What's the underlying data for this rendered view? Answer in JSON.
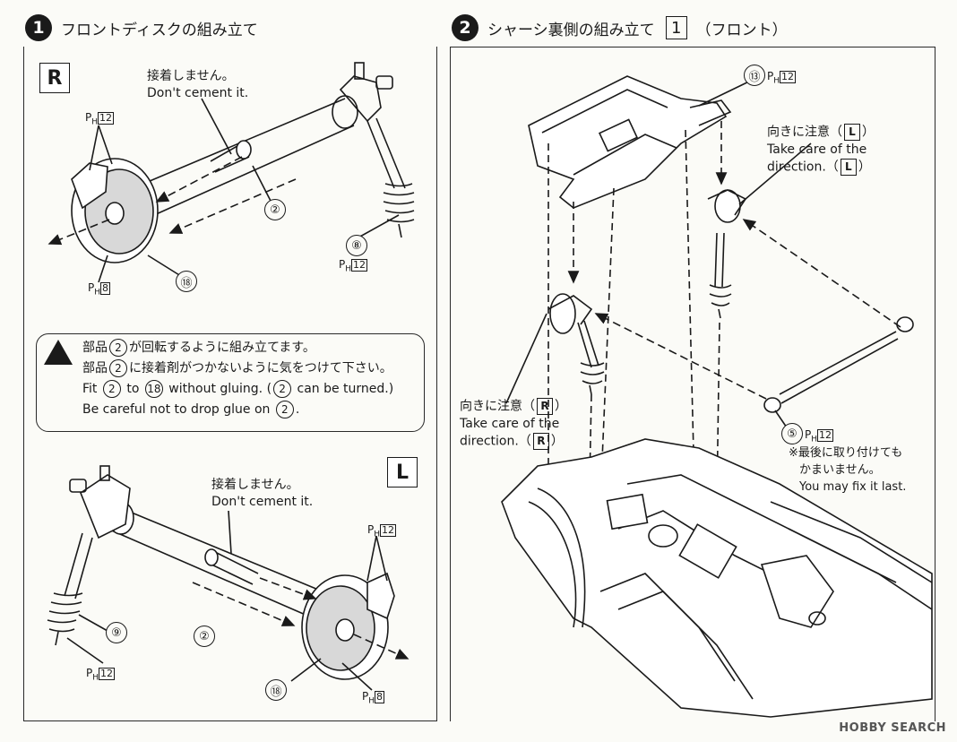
{
  "steps": [
    {
      "number": "1",
      "title": "フロントディスクの組み立て"
    },
    {
      "number": "2",
      "title": "シャーシ裏側の組み立て",
      "box": "1",
      "suffix": "（フロント）"
    }
  ],
  "left": {
    "badge_r": "R",
    "badge_l": "L",
    "no_cement_jp": "接着しません。",
    "no_cement_en": "Don't cement it.",
    "ph12": "12",
    "ph8": "8",
    "ph_prefix": "P",
    "ph_sub": "H",
    "part2": "②",
    "part8": "⑧",
    "part9": "⑨",
    "part18": "⑱",
    "warning": {
      "line1_a": "部品",
      "line1_part": "2",
      "line1_b": "が回転するように組み立てます。",
      "line2_a": "部品",
      "line2_part": "2",
      "line2_b": "に接着剤がつかないように気をつけて下さい。",
      "line3_a": "Fit",
      "line3_p1": "2",
      "line3_b": "to",
      "line3_p2": "18",
      "line3_c": "without gluing. (",
      "line3_p3": "2",
      "line3_d": "can be turned.)",
      "line4_a": "Be careful not  to drop glue on",
      "line4_p": "2",
      "line4_b": "."
    }
  },
  "right": {
    "part13": "⑬",
    "part5": "⑤",
    "ph12": "12",
    "care_l_jp_a": "向きに注意（",
    "care_l_jp_b": "）",
    "care_l_en1": "Take care of the",
    "care_l_en2": "direction.（",
    "care_l_en2b": "）",
    "care_r_jp_a": "向きに注意（",
    "care_r_jp_b": "）",
    "care_r_en1": "Take care of the",
    "care_r_en2": "direction.（",
    "care_r_en2b": "）",
    "l": "L",
    "r": "R",
    "last_jp1": "※最後に取り付けても",
    "last_jp2": "かまいません。",
    "last_en": "You may fix it last."
  },
  "watermark": "HOBBY SEARCH"
}
